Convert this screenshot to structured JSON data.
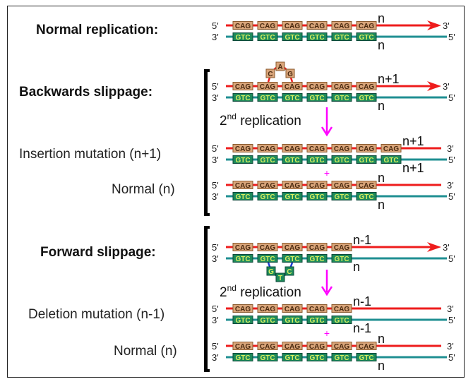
{
  "colors": {
    "top_strand": "#ee1c1c",
    "bottom_strand": "#1f8f92",
    "cag_fill": "#d9a57a",
    "cag_stroke": "#8a5a2e",
    "cag_text": "#4a2a10",
    "gtc_fill": "#1d8a5a",
    "gtc_stroke": "#0d4a3a",
    "gtc_text": "#d8f060",
    "loop_red": "#ee1c1c",
    "loop_blue": "#1a3ad0",
    "arrow_magenta": "#ff00ff"
  },
  "labels": {
    "normal_replication": "Normal replication:",
    "backwards_slippage": "Backwards slippage:",
    "insertion_mutation": "Insertion mutation (n+1)",
    "normal_n_1": "Normal (n)",
    "forward_slippage": "Forward slippage:",
    "deletion_mutation": "Deletion mutation (n-1)",
    "normal_n_2": "Normal (n)"
  },
  "strand_ends": {
    "five": "5'",
    "three": "3'"
  },
  "codons": {
    "top": "CAG",
    "bottom": "GTC"
  },
  "replication_label": {
    "base": "2",
    "sup": "nd",
    "rest": " replication"
  },
  "plus_sign": "+",
  "rows": [
    {
      "id": "normal",
      "top_count": 6,
      "bottom_count": 6,
      "top_label": "n",
      "bottom_label": "n",
      "arrow": true
    },
    {
      "id": "backwards",
      "top_count": 6,
      "bottom_count": 6,
      "top_label": "n+1",
      "bottom_label": "n",
      "arrow": true,
      "loop": {
        "strand": "top",
        "bases": [
          "C",
          "A",
          "G"
        ]
      }
    },
    {
      "id": "insertion",
      "top_count": 7,
      "bottom_count": 7,
      "top_label": "n+1",
      "bottom_label": "n+1",
      "arrow": false
    },
    {
      "id": "normal-after-backwards",
      "top_count": 6,
      "bottom_count": 6,
      "top_label": "n",
      "bottom_label": "n",
      "arrow": false
    },
    {
      "id": "forward",
      "top_count": 5,
      "bottom_count": 5,
      "top_label": "n-1",
      "bottom_label": "n",
      "arrow": true,
      "loop": {
        "strand": "bottom",
        "bases": [
          "G",
          "T",
          "C"
        ]
      }
    },
    {
      "id": "deletion",
      "top_count": 5,
      "bottom_count": 5,
      "top_label": "n-1",
      "bottom_label": "n-1",
      "arrow": false
    },
    {
      "id": "normal-after-forward",
      "top_count": 6,
      "bottom_count": 6,
      "top_label": "n",
      "bottom_label": "n",
      "arrow": false
    }
  ]
}
